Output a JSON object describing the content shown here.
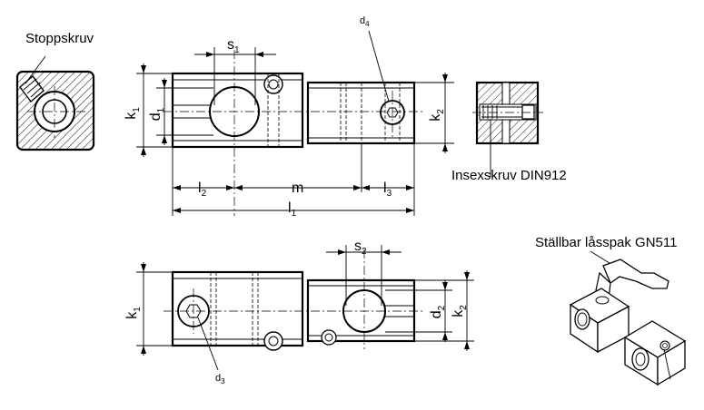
{
  "labels": {
    "stopp_screw": "Stoppskruv",
    "hex_screw": "Insexskruv DIN912",
    "adjustable_lever": "Ställbar låsspak GN511"
  },
  "dimensions": {
    "s1": {
      "main": "s",
      "sub": "1"
    },
    "s2": {
      "main": "s",
      "sub": "2"
    },
    "d1": {
      "main": "d",
      "sub": "1"
    },
    "d2": {
      "main": "d",
      "sub": "2"
    },
    "d3": {
      "main": "d",
      "sub": "3"
    },
    "d4": {
      "main": "d",
      "sub": "4"
    },
    "k1_top": {
      "main": "k",
      "sub": "1"
    },
    "k1_bottom": {
      "main": "k",
      "sub": "1"
    },
    "k2_top": {
      "main": "k",
      "sub": "2"
    },
    "k2_bottom": {
      "main": "k",
      "sub": "2"
    },
    "l1": {
      "main": "l",
      "sub": "1"
    },
    "l2": {
      "main": "l",
      "sub": "2"
    },
    "l3": {
      "main": "l",
      "sub": "3"
    },
    "m": {
      "main": "m"
    }
  }
}
